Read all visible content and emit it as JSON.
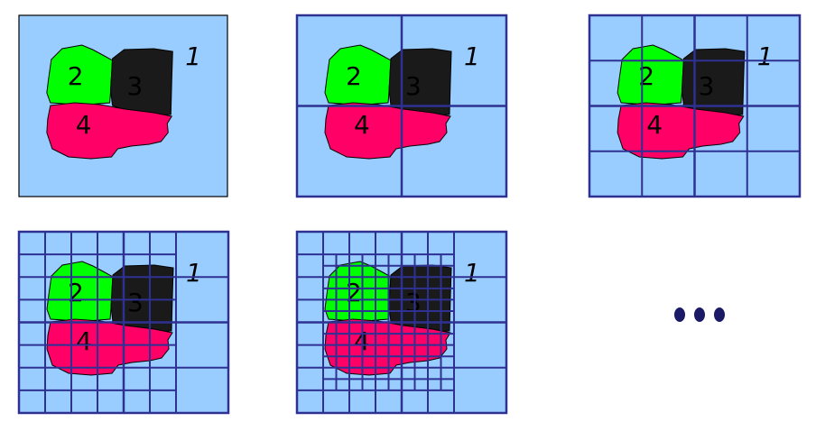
{
  "colors": {
    "background": "#99ccff",
    "region_2": "#00ff00",
    "region_3": "#1a1a1a",
    "region_4": "#ff0066",
    "grid": "#2e3192",
    "outline": "#000000"
  },
  "labels": {
    "region_1": "1",
    "region_2": "2",
    "region_3": "3",
    "region_4": "4"
  },
  "stages": [
    {
      "step": 1,
      "subdivision_levels": 0
    },
    {
      "step": 2,
      "subdivision_levels": 1
    },
    {
      "step": 3,
      "subdivision_levels": 2
    },
    {
      "step": 4,
      "subdivision_levels": 3
    },
    {
      "step": 5,
      "subdivision_levels": 4
    }
  ],
  "continuation_icon": "ellipsis-dots-icon"
}
